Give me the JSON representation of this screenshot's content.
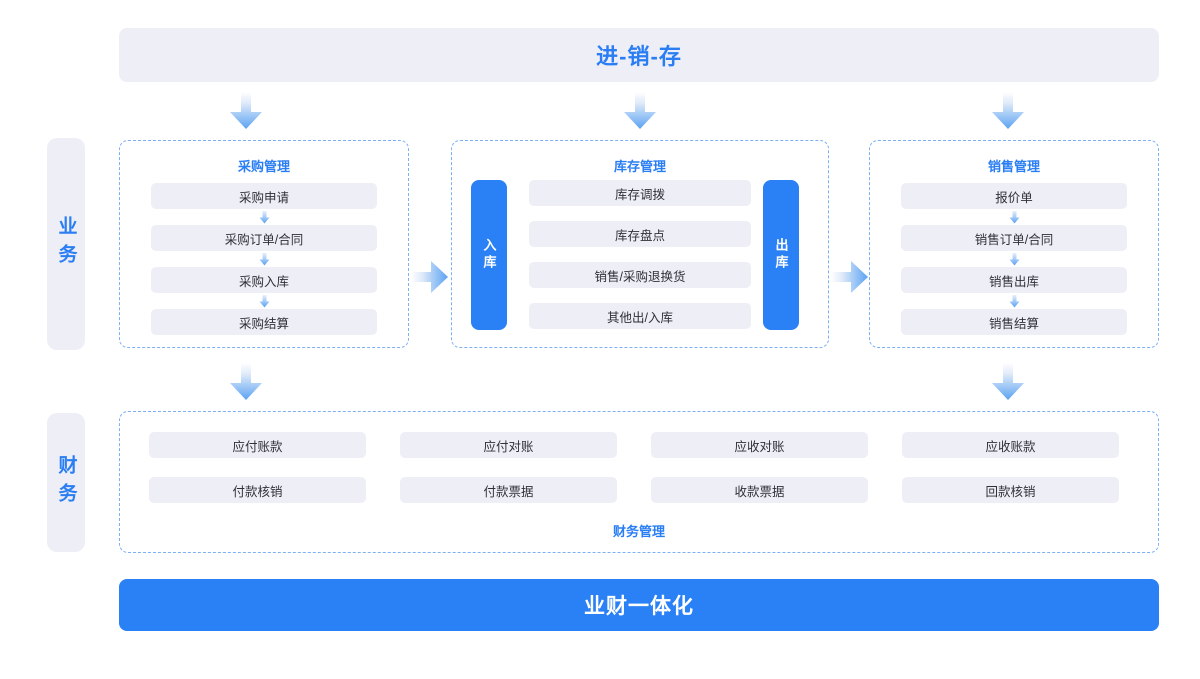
{
  "diagram": {
    "banner_title": "进-销-存",
    "footer_title": "业财一体化",
    "rails": [
      {
        "id": "business",
        "label": "业务"
      },
      {
        "id": "finance",
        "label": "财务"
      }
    ],
    "colors": {
      "accent_blue": "#2a80f5",
      "title_blue": "#2a7ef4",
      "card_bg": "#eeeef7",
      "dashed_border": "#7bb0f5",
      "text_dark": "#2f3038",
      "page_bg": "#ffffff"
    },
    "groups": [
      {
        "id": "purchase",
        "title": "采购管理",
        "items": [
          "采购申请",
          "采购订单/合同",
          "采购入库",
          "采购结算"
        ]
      },
      {
        "id": "stock",
        "title": "库存管理",
        "left_tab": "入库",
        "right_tab": "出库",
        "items": [
          "库存调拨",
          "库存盘点",
          "销售/采购退换货",
          "其他出/入库"
        ]
      },
      {
        "id": "sales",
        "title": "销售管理",
        "items": [
          "报价单",
          "销售订单/合同",
          "销售出库",
          "销售结算"
        ]
      },
      {
        "id": "finance",
        "title": "财务管理",
        "items": [
          "应付账款",
          "应付对账",
          "应收对账",
          "应收账款",
          "付款核销",
          "付款票据",
          "收款票据",
          "回款核销"
        ]
      }
    ],
    "arrows": {
      "down_icon": "arrow-down-icon",
      "right_icon": "arrow-right-icon",
      "mini_down_icon": "mini-arrow-down-icon"
    }
  }
}
